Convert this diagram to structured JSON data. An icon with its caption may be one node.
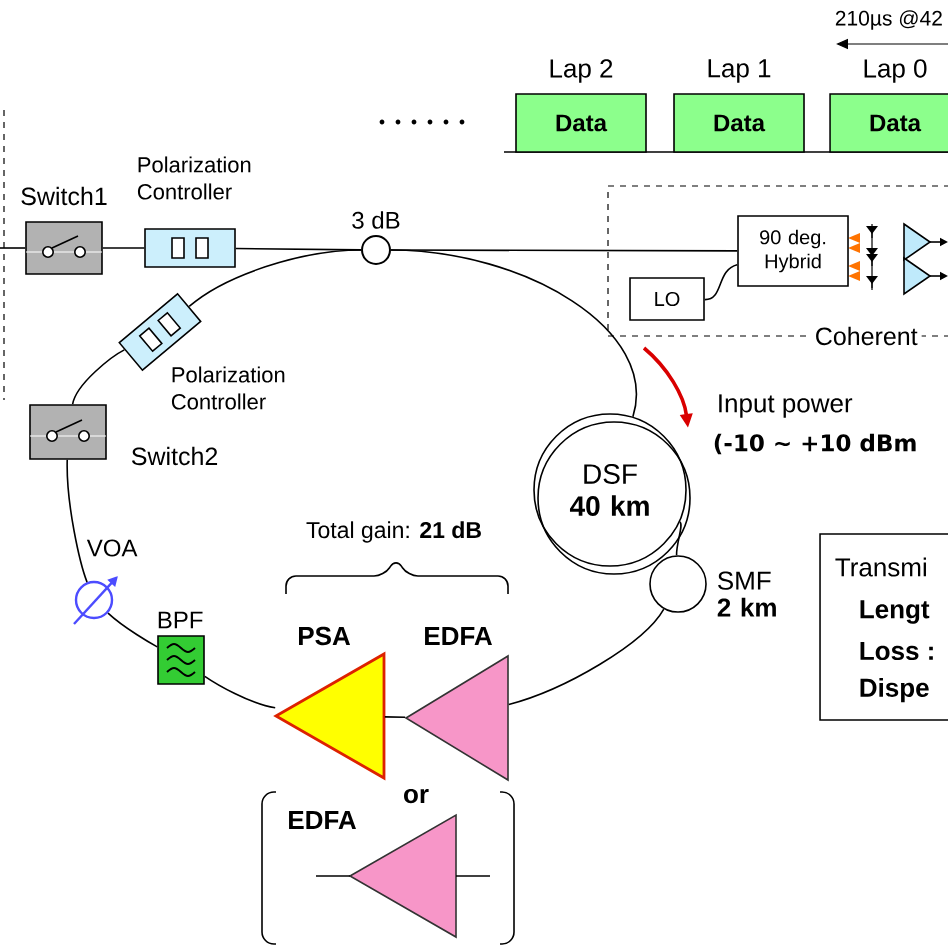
{
  "diagram": {
    "nodes": [
      {
        "text": [
          "Switch1"
        ]
      },
      {
        "text": [
          "Polarization Controller"
        ]
      },
      {
        "text": [
          "3 dB"
        ]
      },
      {
        "text": [
          "Coherent"
        ]
      },
      {
        "text": [
          "90 deg. Hybrid"
        ],
        "in": 3
      },
      {
        "text": [
          "LO"
        ],
        "in": 3
      },
      {
        "text": [
          "Polarization Controller"
        ]
      },
      {
        "text": [
          "Switch2"
        ]
      },
      {
        "text": [
          "VOA"
        ]
      },
      {
        "text": [
          "BPF"
        ]
      },
      {
        "text": [
          "PSA"
        ]
      },
      {
        "text": [
          "EDFA"
        ]
      },
      {
        "text": [
          "DSF **40 km**"
        ]
      },
      {
        "text": [
          "SMF **2 km**"
        ]
      },
      {
        "text": [
          "Data"
        ],
        "beside": [
          "Lap 2"
        ]
      },
      {
        "text": [
          "Data"
        ],
        "beside": [
          "Lap 1"
        ]
      },
      {
        "text": [
          "Data"
        ],
        "beside": [
          "Lap 0"
        ]
      },
      {
        "text": [
          "EDFA"
        ]
      },
      {
        "text": [
          "Transmi",
          "Lengt",
          "Loss :",
          "Dispe"
        ]
      }
    ],
    "edges": [
      {
        "from": null,
        "to": 0,
        "arrow": "none"
      },
      {
        "from": 0,
        "to": 1,
        "arrow": "none"
      },
      {
        "from": 1,
        "to": 2,
        "arrow": "none"
      },
      {
        "from": 2,
        "to": 4,
        "arrow": "none"
      },
      {
        "from": 5,
        "to": 4,
        "arrow": "none"
      },
      {
        "from": 2,
        "to": 12,
        "arrow": "none"
      },
      {
        "from": 12,
        "to": 13,
        "arrow": "none"
      },
      {
        "from": 13,
        "to": 11,
        "arrow": "none"
      },
      {
        "from": 11,
        "to": 10,
        "arrow": "none"
      },
      {
        "from": 10,
        "to": 9,
        "arrow": "none"
      },
      {
        "from": 9,
        "to": 8,
        "arrow": "none"
      },
      {
        "from": 8,
        "to": 7,
        "arrow": "none"
      },
      {
        "from": 7,
        "to": 6,
        "arrow": "none"
      },
      {
        "from": 6,
        "to": 2,
        "arrow": "none"
      }
    ],
    "labels": [
      "210µs @42",
      "Total gain: **21 dB**",
      "or",
      "Input power",
      "(-10 ∼ +10 dBm"
    ]
  }
}
